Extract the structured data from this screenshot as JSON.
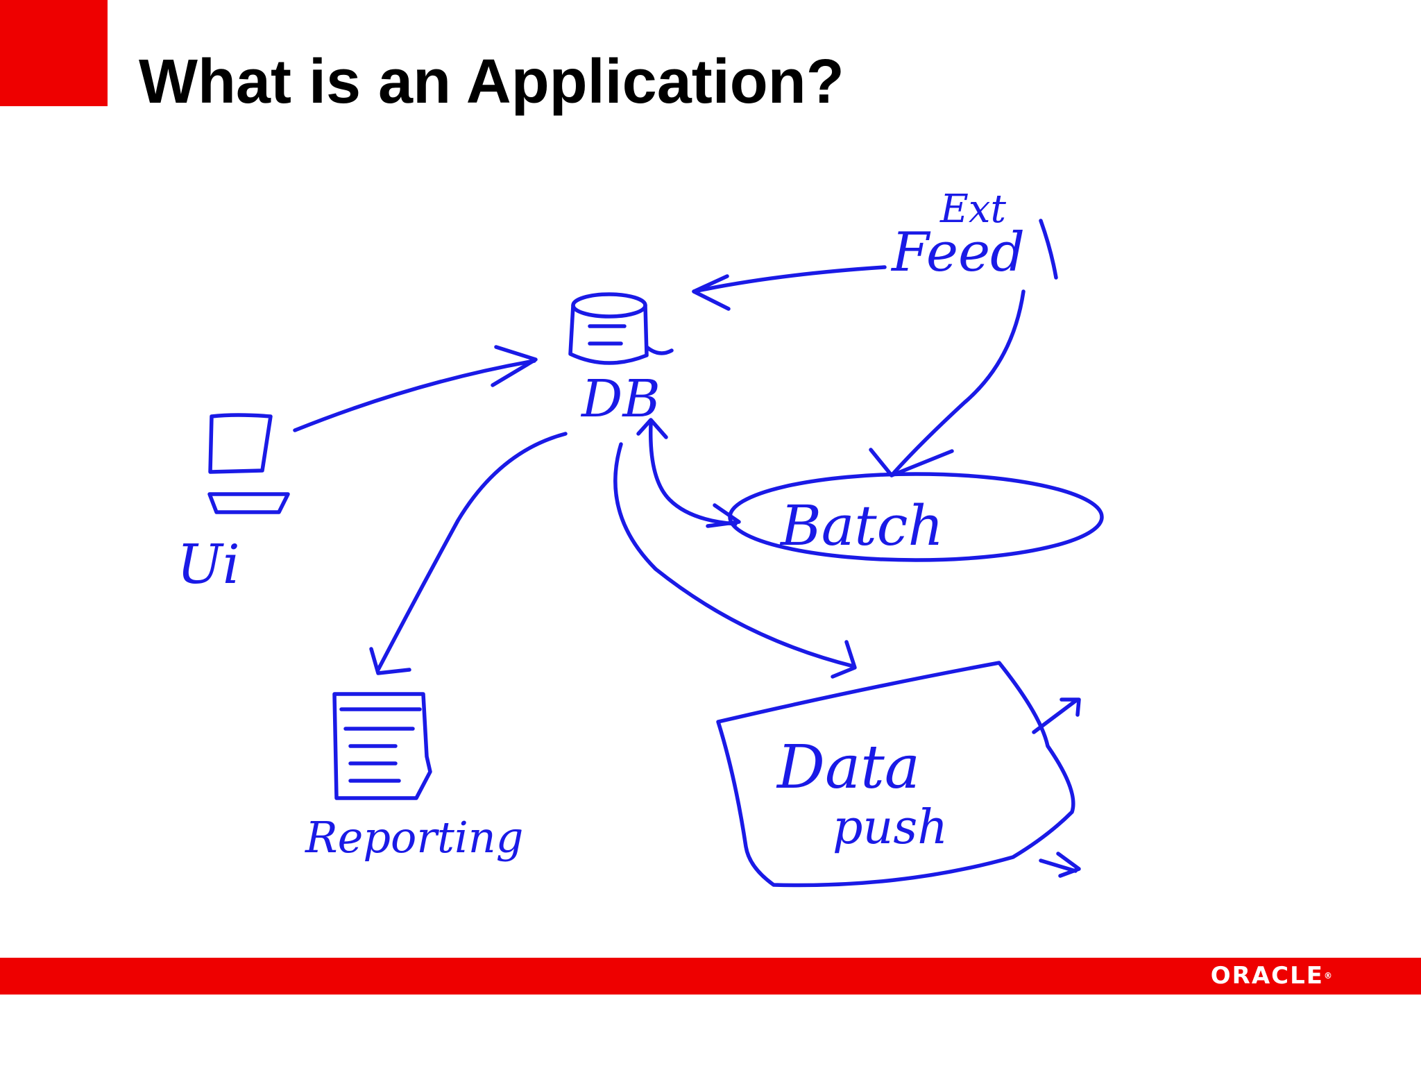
{
  "slide": {
    "title": "What is an Application?"
  },
  "diagram": {
    "nodes": {
      "db": "DB",
      "ext": "Ext",
      "feed": "Feed",
      "ui": "Ui",
      "batch": "Batch",
      "reporting": "Reporting",
      "data": "Data",
      "push": "push"
    }
  },
  "footer": {
    "logo": "ORACLE",
    "accent_color": "#ee0000"
  },
  "colors": {
    "ink": "#1a1ae6",
    "accent": "#ee0000"
  }
}
